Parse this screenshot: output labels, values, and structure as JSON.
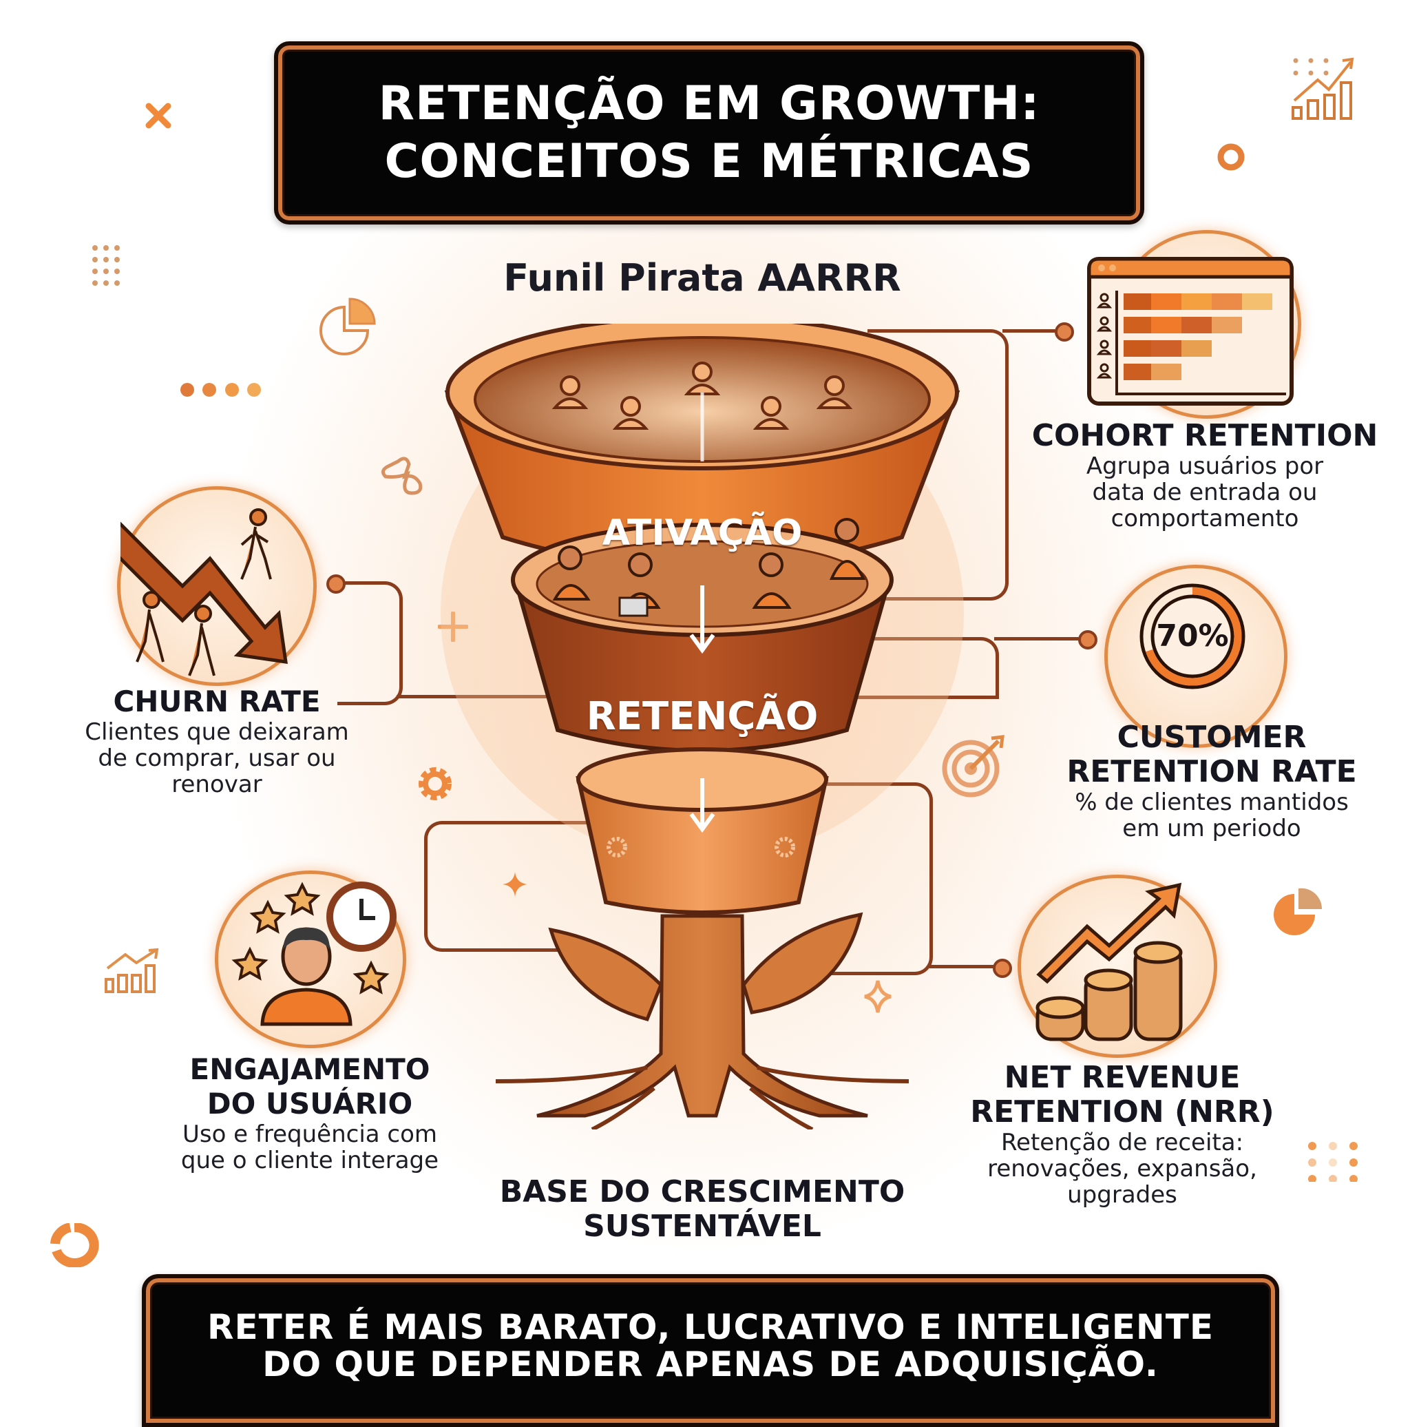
{
  "header": {
    "title_line1": "RETENÇÃO EM GROWTH:",
    "title_line2": "CONCEITOS E MÉTRICAS"
  },
  "funnel": {
    "subtitle": "Funil Pirata AARRR",
    "stages": [
      {
        "label": "ATIVAÇÃO"
      },
      {
        "label": "RETENÇÃO"
      }
    ],
    "base_label_line1": "BASE DO CRESCIMENTO",
    "base_label_line2": "SUSTENTÁVEL"
  },
  "metrics": {
    "churn": {
      "title": "CHURN RATE",
      "desc_line1": "Clientes que deixaram",
      "desc_line2": "de comprar, usar ou",
      "desc_line3": "renovar",
      "icon": "downtrend-arrow-people-icon"
    },
    "engagement": {
      "title_line1": "ENGAJAMENTO",
      "title_line2": "DO USUÁRIO",
      "desc_line1": "Uso e frequência com",
      "desc_line2": "que o cliente interage",
      "icon": "user-stars-clock-icon"
    },
    "cohort": {
      "title": "COHORT RETENTION",
      "desc_line1": "Agrupa usuários por",
      "desc_line2": "data de entrada ou",
      "desc_line3": "comportamento",
      "icon": "cohort-chart-window-icon"
    },
    "customer_retention": {
      "title_line1": "CUSTOMER",
      "title_line2": "RETENTION RATE",
      "desc_line1": "% de clientes mantidos",
      "desc_line2": "em um periodo",
      "gauge_value": "70%",
      "gauge_percent": 70,
      "icon": "donut-gauge-icon"
    },
    "nrr": {
      "title_line1": "NET REVENUE",
      "title_line2": "RETENTION (NRR)",
      "desc_line1": "Retenção de receita:",
      "desc_line2": "renovações, expansão,",
      "desc_line3": "upgrades",
      "icon": "coins-growth-arrow-icon"
    }
  },
  "footer": {
    "line1": "RETER É MAIS BARATO, LUCRATIVO E INTELIGENTE",
    "line2": "DO QUE DEPENDER APENAS DE ADQUISIÇÃO."
  },
  "colors": {
    "accent": "#f07a2a",
    "dark_accent": "#8a3d1c",
    "banner_bg": "#050505",
    "text": "#15151c",
    "background": "#fdf1e6"
  }
}
